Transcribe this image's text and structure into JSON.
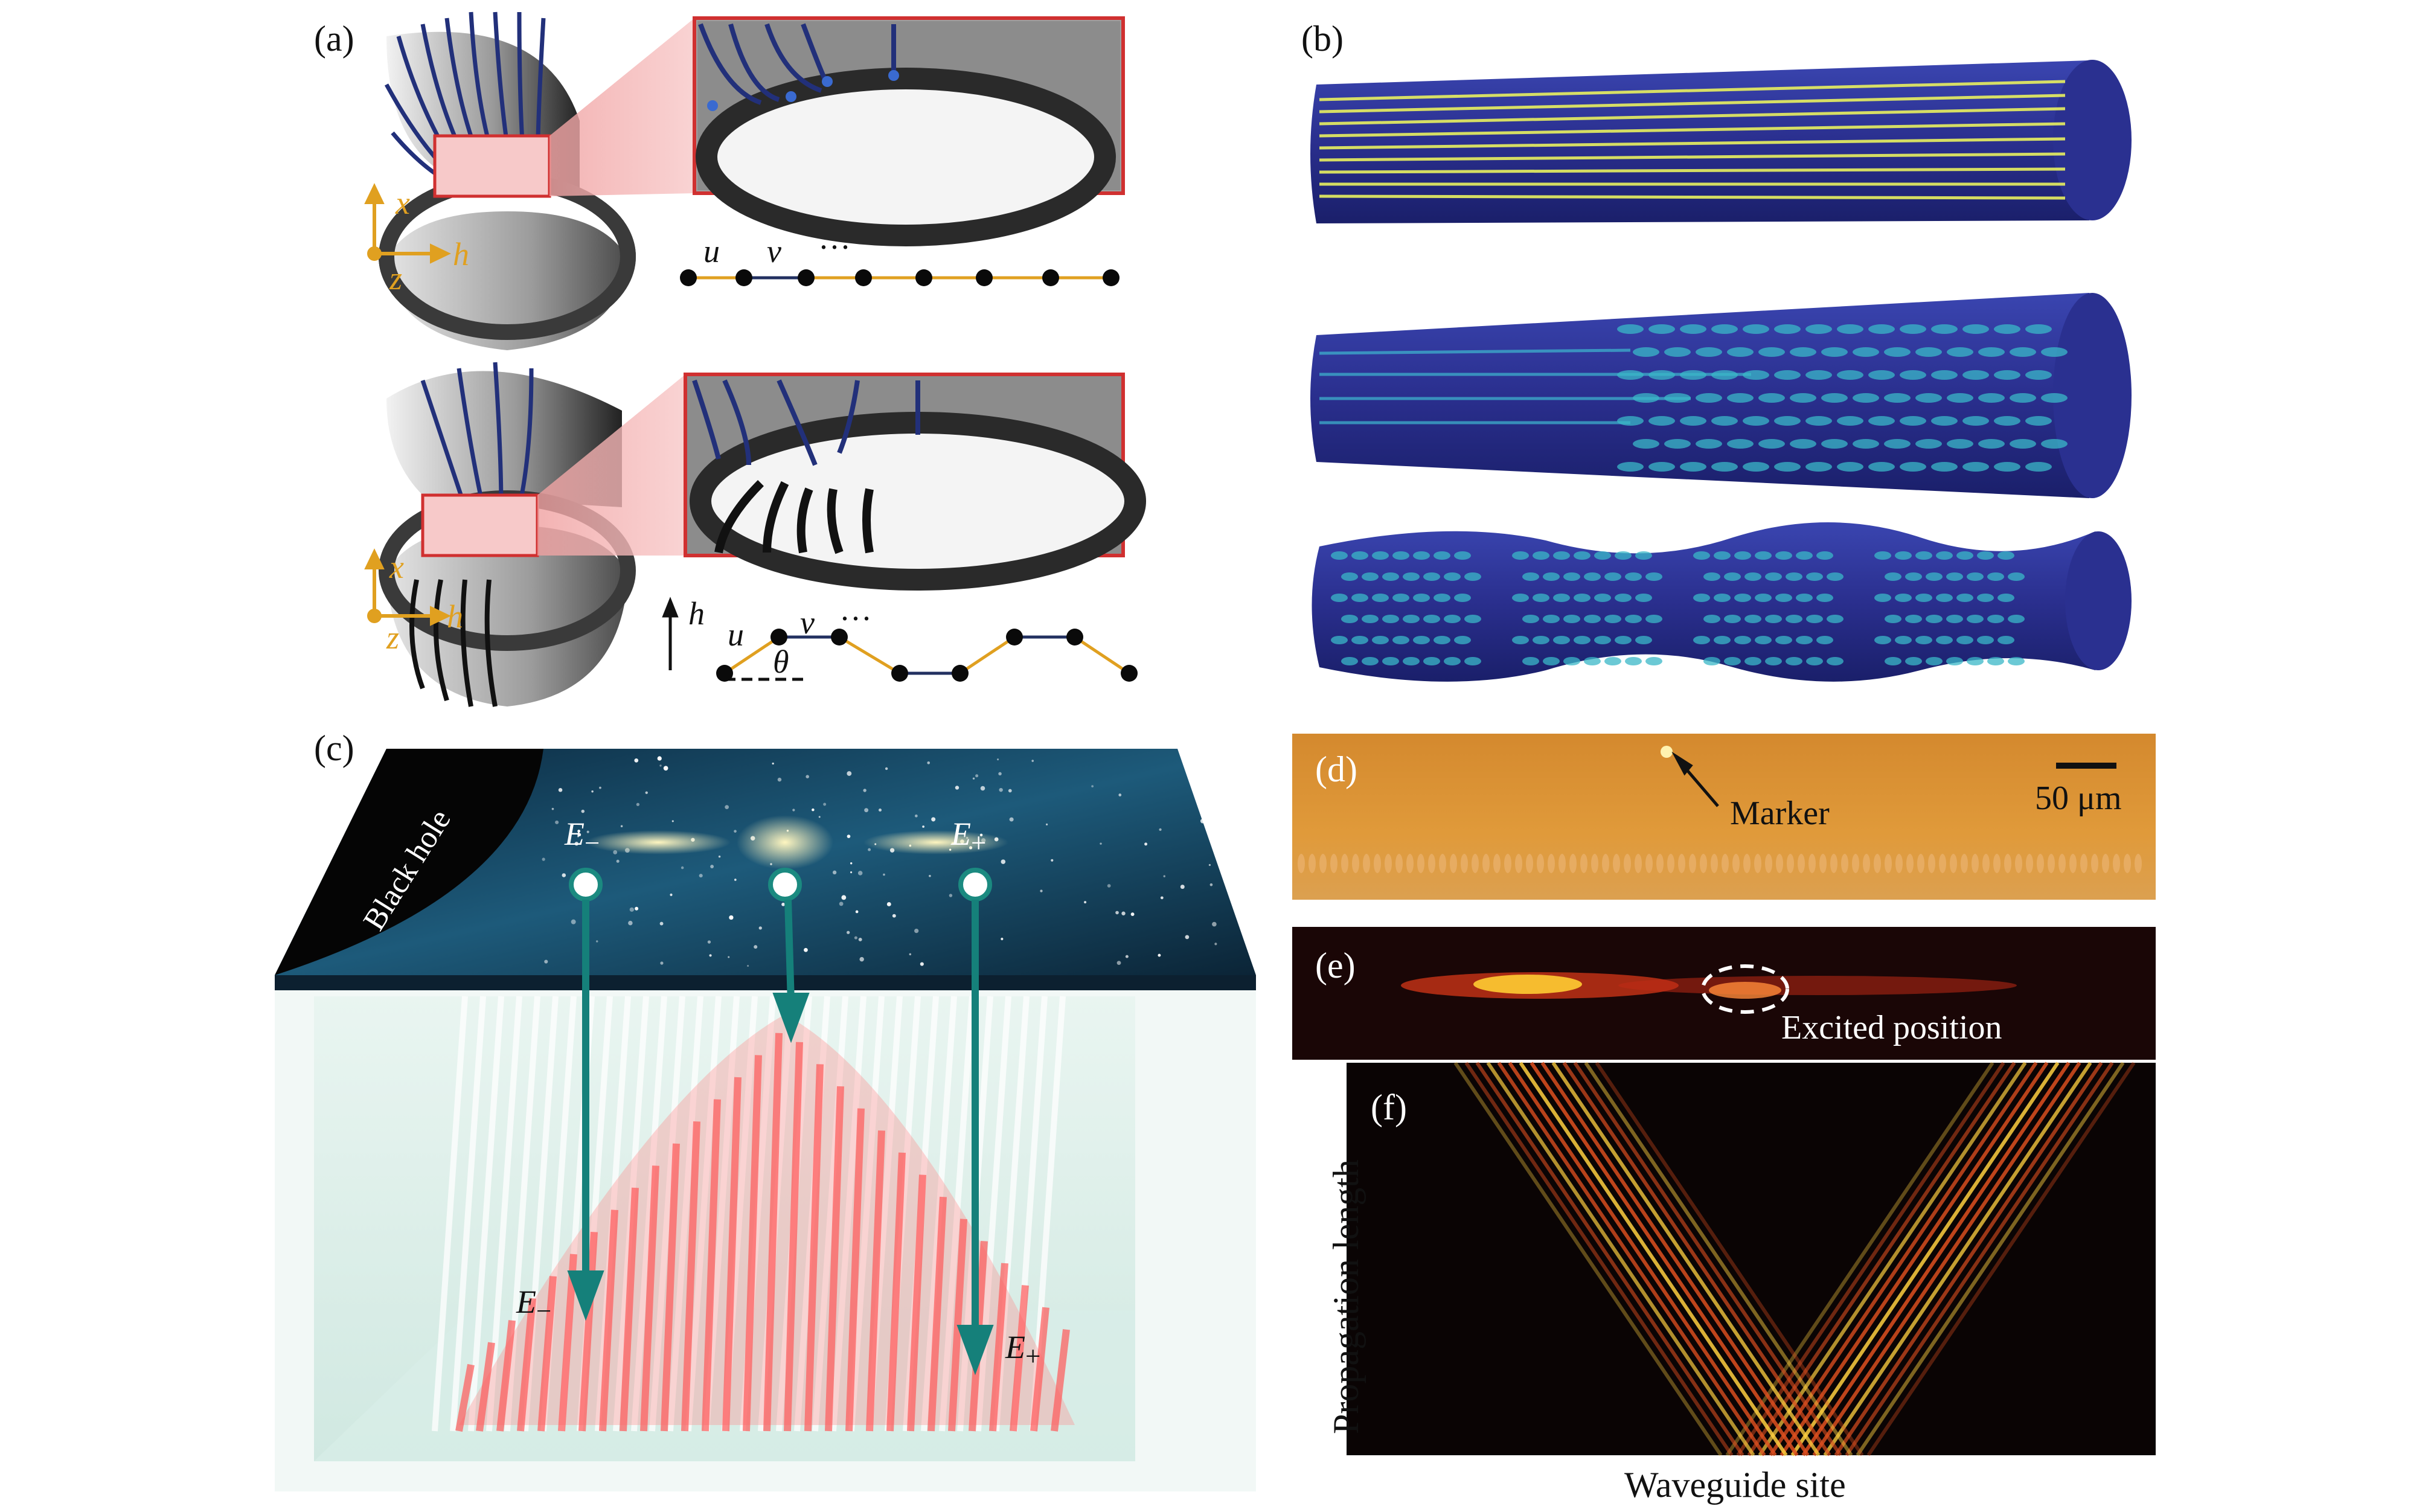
{
  "panels": {
    "a": "(a)",
    "b": "(b)",
    "c": "(c)",
    "d": "(d)",
    "e": "(e)",
    "f": "(f)"
  },
  "panel_a": {
    "axis_x": "x",
    "axis_z": "z",
    "axis_h": "h",
    "chain_u": "u",
    "chain_v": "v",
    "ellipsis": "···",
    "angle": "θ"
  },
  "panel_c": {
    "black_hole": "Black hole",
    "e_minus": "E",
    "e_plus": "E",
    "sub_minus": "−",
    "sub_plus": "+"
  },
  "panel_d": {
    "marker": "Marker",
    "scale": "50 μm"
  },
  "panel_e": {
    "excited": "Excited position"
  },
  "panel_f": {
    "ylabel": "Propagation length",
    "xlabel": "Waveguide site"
  },
  "colors": {
    "tube": "#2a2f8e",
    "stripe": "#e8f060",
    "amber": "#e09a3a",
    "teal": "#15807a",
    "red_glow": "#ff5a5a",
    "chain_gold": "#e0a020"
  }
}
